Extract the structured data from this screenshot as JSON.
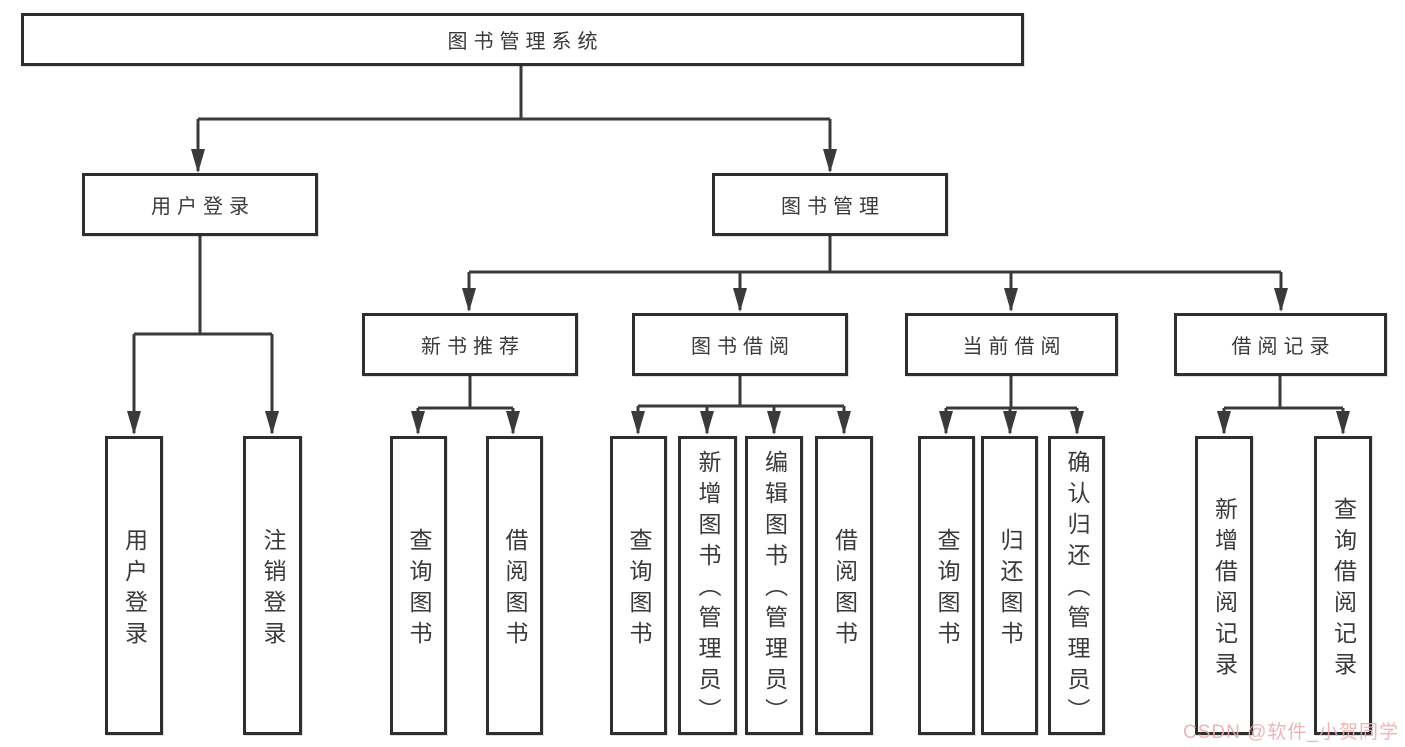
{
  "diagram": {
    "watermark": "CSDN @软件_小贺同学",
    "colors": {
      "line": "#3a3a3a",
      "box_border": "#2e2e2e",
      "text": "#3a3a3a",
      "watermark": "#ecadad",
      "background": "#ffffff"
    },
    "nodes": {
      "root": "图书管理系统",
      "level2": [
        "用户登录",
        "图书管理"
      ],
      "level3": [
        "新书推荐",
        "图书借阅",
        "当前借阅",
        "借阅记录"
      ],
      "leaves": {
        "user_login": [
          "用户登录",
          "注销登录"
        ],
        "new_book_recommend": [
          "查询图书",
          "借阅图书"
        ],
        "book_borrow": [
          "查询图书",
          "新增图书（管理员）",
          "编辑图书（管理员）",
          "借阅图书"
        ],
        "current_borrow": [
          "查询图书",
          "归还图书",
          "确认归还（管理员）"
        ],
        "borrow_records": [
          "新增借阅记录",
          "查询借阅记录"
        ]
      }
    }
  }
}
